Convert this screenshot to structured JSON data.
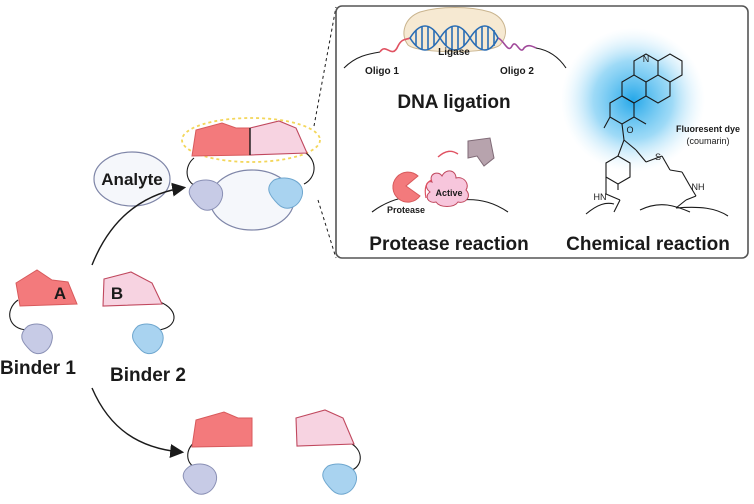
{
  "left": {
    "analyte_label": "Analyte",
    "fragment_a_letter": "A",
    "fragment_b_letter": "B",
    "binder1_label": "Binder 1",
    "binder2_label": "Binder 2"
  },
  "panel": {
    "dna": {
      "title": "DNA ligation",
      "ligase_label": "Ligase",
      "oligo1_label": "Oligo 1",
      "oligo2_label": "Oligo 2"
    },
    "protease": {
      "title": "Protease reaction",
      "protease_label": "Protease",
      "active_label": "Active"
    },
    "chemical": {
      "title": "Chemical reaction",
      "dye_label_line1": "Fluoresent dye",
      "dye_label_line2": "(coumarin)",
      "atom_n_top": "N",
      "atom_s": "S",
      "atom_nh_left": "HN",
      "atom_nh_right": "NH",
      "atom_o": "O"
    }
  },
  "colors": {
    "fragment_a": "#f37a7c",
    "fragment_b": "#f7d3e1",
    "binder1": "#c7cbe6",
    "binder2": "#a9d3f0",
    "dotted_ellipse": "#f3d65a",
    "dye_glow": "#1aa3e8",
    "panel_border": "#555555"
  }
}
